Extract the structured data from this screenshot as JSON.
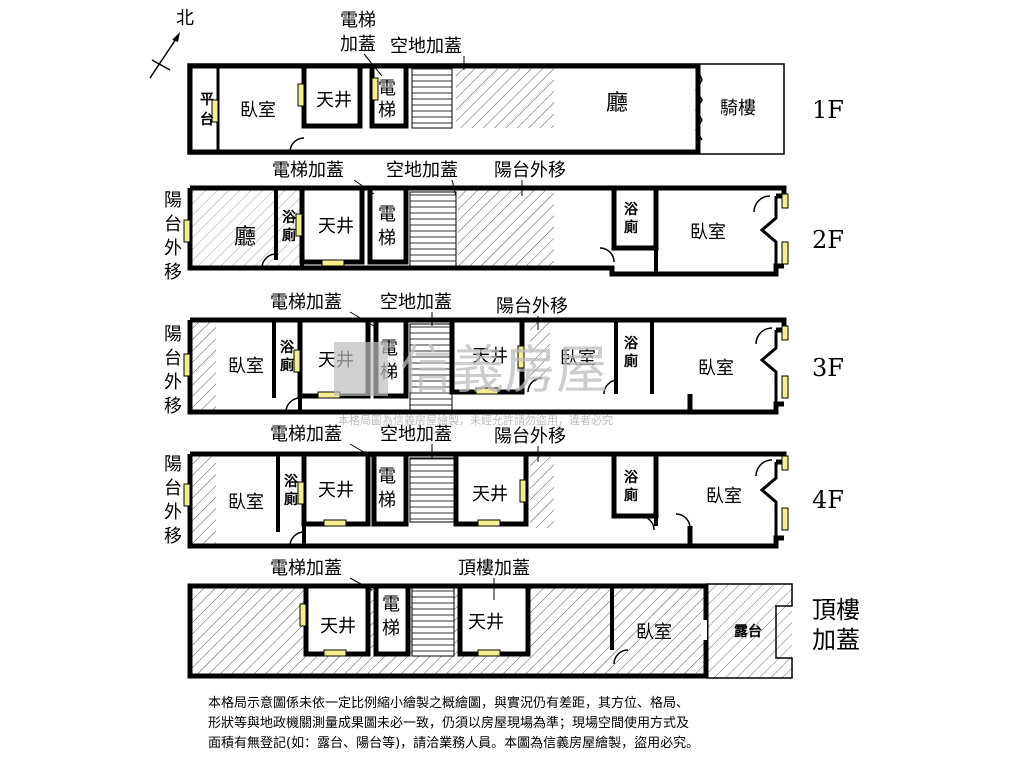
{
  "compass": {
    "north_label": "北"
  },
  "floors": [
    {
      "id": "1F",
      "label": "1F",
      "annotations": [
        "電梯",
        "加蓋",
        "空地加蓋"
      ],
      "rooms": {
        "platform": [
          "平",
          "台"
        ],
        "bedroom": "臥室",
        "patio": "天井",
        "elevator": [
          "電",
          "梯"
        ],
        "hall": "廳",
        "arcade": "騎樓"
      }
    },
    {
      "id": "2F",
      "label": "2F",
      "annotations": [
        "電梯加蓋",
        "空地加蓋",
        "陽台外移"
      ],
      "side_label": [
        "陽",
        "台",
        "外",
        "移"
      ],
      "rooms": {
        "hall": "廳",
        "bath": [
          "浴",
          "廁"
        ],
        "patio": "天井",
        "elevator": [
          "電",
          "梯"
        ],
        "bath2": [
          "浴",
          "廁"
        ],
        "bedroom": "臥室"
      }
    },
    {
      "id": "3F",
      "label": "3F",
      "annotations": [
        "電梯加蓋",
        "空地加蓋",
        "陽台外移"
      ],
      "side_label": [
        "陽",
        "台",
        "外",
        "移"
      ],
      "rooms": {
        "bedroom1": "臥室",
        "bath": [
          "浴",
          "廁"
        ],
        "patio": "天井",
        "elevator": [
          "電",
          "梯"
        ],
        "patio2": "天井",
        "bedroom2": "臥室",
        "bath2": [
          "浴",
          "廁"
        ],
        "bedroom3": "臥室"
      }
    },
    {
      "id": "4F",
      "label": "4F",
      "annotations": [
        "電梯加蓋",
        "空地加蓋",
        "陽台外移"
      ],
      "side_label": [
        "陽",
        "台",
        "外",
        "移"
      ],
      "rooms": {
        "bedroom1": "臥室",
        "bath": [
          "浴",
          "廁"
        ],
        "patio": "天井",
        "elevator": [
          "電",
          "梯"
        ],
        "patio2": "天井",
        "bath2": [
          "浴",
          "廁"
        ],
        "bedroom2": "臥室"
      }
    },
    {
      "id": "RF",
      "label": [
        "頂樓",
        "加蓋"
      ],
      "annotations": [
        "電梯加蓋",
        "頂樓加蓋"
      ],
      "rooms": {
        "patio": "天井",
        "elevator": [
          "電",
          "梯"
        ],
        "patio2": "天井",
        "bedroom": "臥室",
        "terrace": "露台"
      }
    }
  ],
  "watermark": {
    "brand": "信義房屋",
    "caption": "本格局圖為信義房屋繪製，未經允許請勿盜用，違者必究"
  },
  "disclaimer": [
    "本格局示意圖係未依一定比例縮小繪製之概繪圖，與實況仍有差距，其方位、格局、",
    "形狀等與地政機關測量成果圖未必一致，仍須以房屋現場為準；現場空間使用方式及",
    "面積有無登記(如：露台、陽台等)，請洽業務人員。本圖為信義房屋繪製，盜用必究。"
  ]
}
